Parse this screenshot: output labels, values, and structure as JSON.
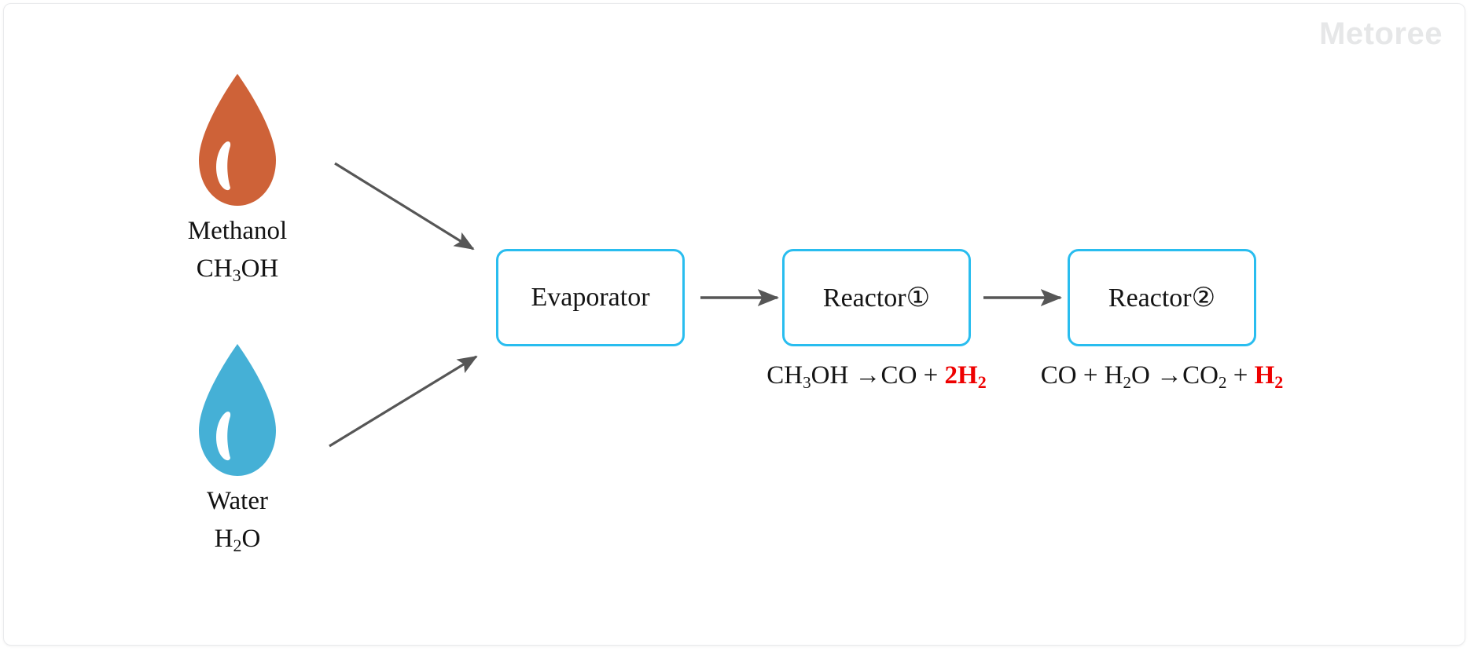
{
  "watermark": "Metoree",
  "feeds": [
    {
      "id": "methanol",
      "name_line": "Methanol",
      "formula_main": "CH",
      "formula_sub": "3",
      "formula_tail": "OH",
      "color": "#ce6238",
      "icon": "droplet-icon"
    },
    {
      "id": "water",
      "name_line": "Water",
      "formula_main": "H",
      "formula_sub": "2",
      "formula_tail": "O",
      "color": "#45b0d6",
      "icon": "droplet-icon"
    }
  ],
  "units": [
    {
      "id": "evaporator",
      "label": "Evaporator"
    },
    {
      "id": "reactor-1",
      "label": "Reactor①"
    },
    {
      "id": "reactor-2",
      "label": "Reactor②"
    }
  ],
  "equations": [
    {
      "id": "reactor-1-equation",
      "reactant_main": "CH",
      "reactant_sub": "3",
      "reactant_tail": "OH →CO + ",
      "product_main": "2H",
      "product_sub": "2"
    },
    {
      "id": "reactor-2-equation",
      "reactant_main": "CO + H",
      "reactant_sub": "2",
      "reactant_tail": "O →CO",
      "reactant_sub2": "2",
      "reactant_tail2": " + ",
      "product_main": "H",
      "product_sub": "2"
    }
  ],
  "colors": {
    "box_border": "#29bdef",
    "arrow": "#565656",
    "highlight_red": "#ee0000",
    "methanol": "#ce6238",
    "water": "#45b0d6",
    "watermark": "#e6e7e8"
  }
}
